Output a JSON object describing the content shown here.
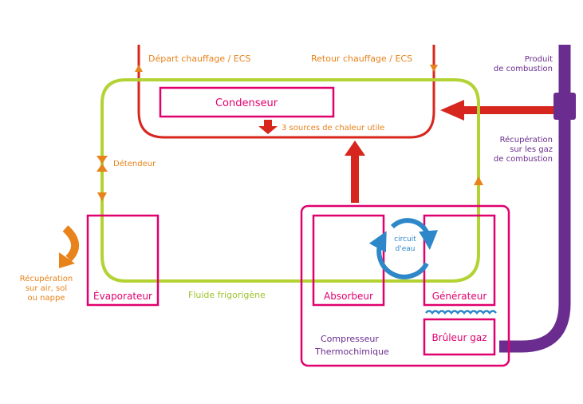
{
  "colors": {
    "red": "#d7261e",
    "green": "#b3d334",
    "magenta": "#e0006e",
    "purple": "#6a2c8e",
    "orange": "#e8821a",
    "blue": "#2d87c8"
  },
  "components": {
    "condenser": "Condenseur",
    "evaporator": "Évaporateur",
    "absorber": "Absorbeur",
    "generator": "Générateur",
    "burner": "Brûleur gaz"
  },
  "compressor": {
    "line1": "Compresseur",
    "line2": "Thermochimique"
  },
  "labels": {
    "heating_out": "Départ chauffage / ECS",
    "heating_return": "Retour chauffage / ECS",
    "heat_sources": "3 sources de chaleur utile",
    "expansion_valve": "Détendeur",
    "refrigerant": "Fluide frigorigène",
    "combustion_products": [
      "Produit",
      "de combustion"
    ],
    "flue_recovery": [
      "Récupération",
      "sur les gaz",
      "de combustion"
    ],
    "ambient_recovery": [
      "Récupération",
      "sur air, sol",
      "ou nappe"
    ],
    "water_circuit": [
      "circuit",
      "d'eau"
    ]
  }
}
